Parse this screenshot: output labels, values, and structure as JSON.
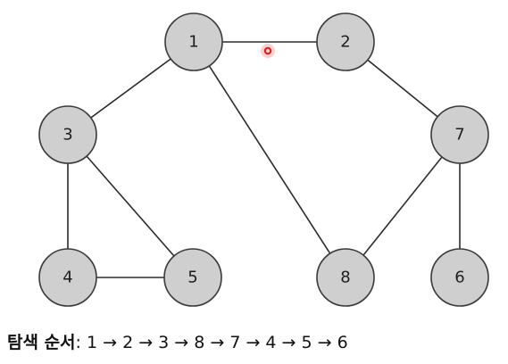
{
  "graph": {
    "nodes": [
      {
        "id": "1",
        "label": "1"
      },
      {
        "id": "2",
        "label": "2"
      },
      {
        "id": "3",
        "label": "3"
      },
      {
        "id": "7",
        "label": "7"
      },
      {
        "id": "4",
        "label": "4"
      },
      {
        "id": "5",
        "label": "5"
      },
      {
        "id": "8",
        "label": "8"
      },
      {
        "id": "6",
        "label": "6"
      }
    ],
    "edges": [
      [
        "1",
        "2"
      ],
      [
        "1",
        "3"
      ],
      [
        "1",
        "8"
      ],
      [
        "2",
        "7"
      ],
      [
        "3",
        "4"
      ],
      [
        "3",
        "5"
      ],
      [
        "4",
        "5"
      ],
      [
        "7",
        "8"
      ],
      [
        "7",
        "6"
      ]
    ],
    "node_fill": "#cfcfcf",
    "node_stroke": "#3a3a3a",
    "edge_color": "#2b2b2b",
    "cursor_color": "#d81b1b"
  },
  "caption": {
    "label": "탐색 순서",
    "sequence": ": 1 → 2 → 3 → 8 → 7 → 4 → 5 → 6"
  }
}
